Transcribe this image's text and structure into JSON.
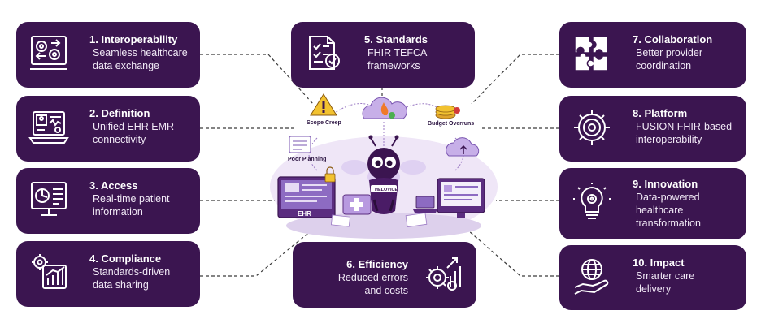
{
  "cards": [
    {
      "id": "interoperability",
      "title": "1. Interoperability",
      "desc": [
        "Seamless healthcare",
        "data exchange"
      ],
      "icon": "gears-arrows-icon"
    },
    {
      "id": "definition",
      "title": "2. Definition",
      "desc": [
        "Unified EHR EMR",
        "connectivity"
      ],
      "icon": "laptop-profile-icon"
    },
    {
      "id": "access",
      "title": "3. Access",
      "desc": [
        "Real-time patient",
        "information"
      ],
      "icon": "monitor-dashboard-icon"
    },
    {
      "id": "compliance",
      "title": "4. Compliance",
      "desc": [
        "Standards-driven",
        "data sharing"
      ],
      "icon": "gear-chart-icon"
    },
    {
      "id": "standards",
      "title": "5. Standards",
      "desc": [
        "FHIR TEFCA",
        "frameworks"
      ],
      "icon": "document-badge-icon"
    },
    {
      "id": "efficiency",
      "title": "6. Efficiency",
      "desc": [
        "Reduced errors",
        "and costs"
      ],
      "icon": "gears-growth-icon"
    },
    {
      "id": "collaboration",
      "title": "7. Collaboration",
      "desc": [
        "Better provider",
        "coordination"
      ],
      "icon": "puzzle-icon"
    },
    {
      "id": "platform",
      "title": "8. Platform",
      "desc": [
        "FUSION FHIR-based",
        "interoperability"
      ],
      "icon": "target-gear-icon"
    },
    {
      "id": "innovation",
      "title": "9. Innovation",
      "desc": [
        "Data-powered",
        "healthcare",
        "transformation"
      ],
      "icon": "lightbulb-gear-icon"
    },
    {
      "id": "impact",
      "title": "10. Impact",
      "desc": [
        "Smarter care",
        "delivery"
      ],
      "icon": "globe-hand-icon"
    }
  ],
  "center": {
    "labels": {
      "scope_creep": "Scope Creep",
      "budget_overruns": "Budget Overruns",
      "poor_planning": "Poor Planning",
      "ehr": "EHR",
      "mascot_badge": "HELOVICE"
    }
  },
  "colors": {
    "card_bg": "#3b1550",
    "card_text": "#ffffff",
    "accent": "#8a5cc0",
    "connector": "#333333"
  }
}
